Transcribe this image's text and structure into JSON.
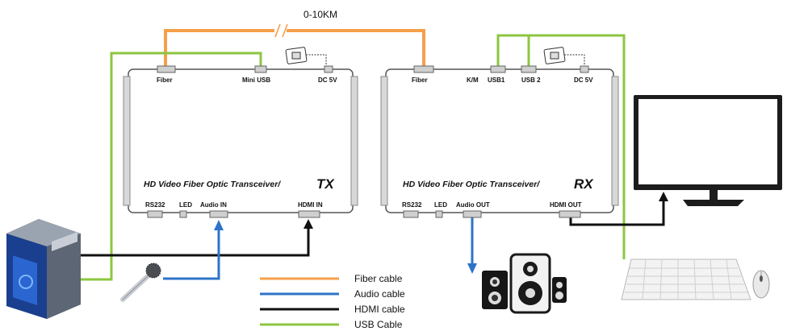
{
  "distance_label": "0-10KM",
  "tx": {
    "top_ports": [
      "Fiber",
      "Mini USB",
      "DC 5V"
    ],
    "bottom_ports": [
      "RS232",
      "LED",
      "Audio IN",
      "HDMI IN"
    ],
    "title": "HD Video Fiber Optic Transceiver/",
    "suffix": "TX"
  },
  "rx": {
    "top_ports": [
      "Fiber",
      "K/M",
      "USB1",
      "USB 2",
      "DC 5V"
    ],
    "bottom_ports": [
      "RS232",
      "LED",
      "Audio OUT",
      "HDMI OUT"
    ],
    "title": "HD Video Fiber Optic Transceiver/",
    "suffix": "RX"
  },
  "legend": [
    {
      "label": "Fiber cable",
      "color": "#f5a04a"
    },
    {
      "label": "Audio cable",
      "color": "#2e74c8"
    },
    {
      "label": "HDMI cable",
      "color": "#111111"
    },
    {
      "label": "USB Cable",
      "color": "#8cc63f"
    }
  ],
  "colors": {
    "fiber": "#f5a04a",
    "audio": "#2e74c8",
    "hdmi": "#111111",
    "usb": "#8cc63f"
  },
  "icons": [
    "computer-tower-icon",
    "microphone-icon",
    "speakers-icon",
    "monitor-icon",
    "keyboard-icon",
    "mouse-icon",
    "power-adapter-icon"
  ]
}
